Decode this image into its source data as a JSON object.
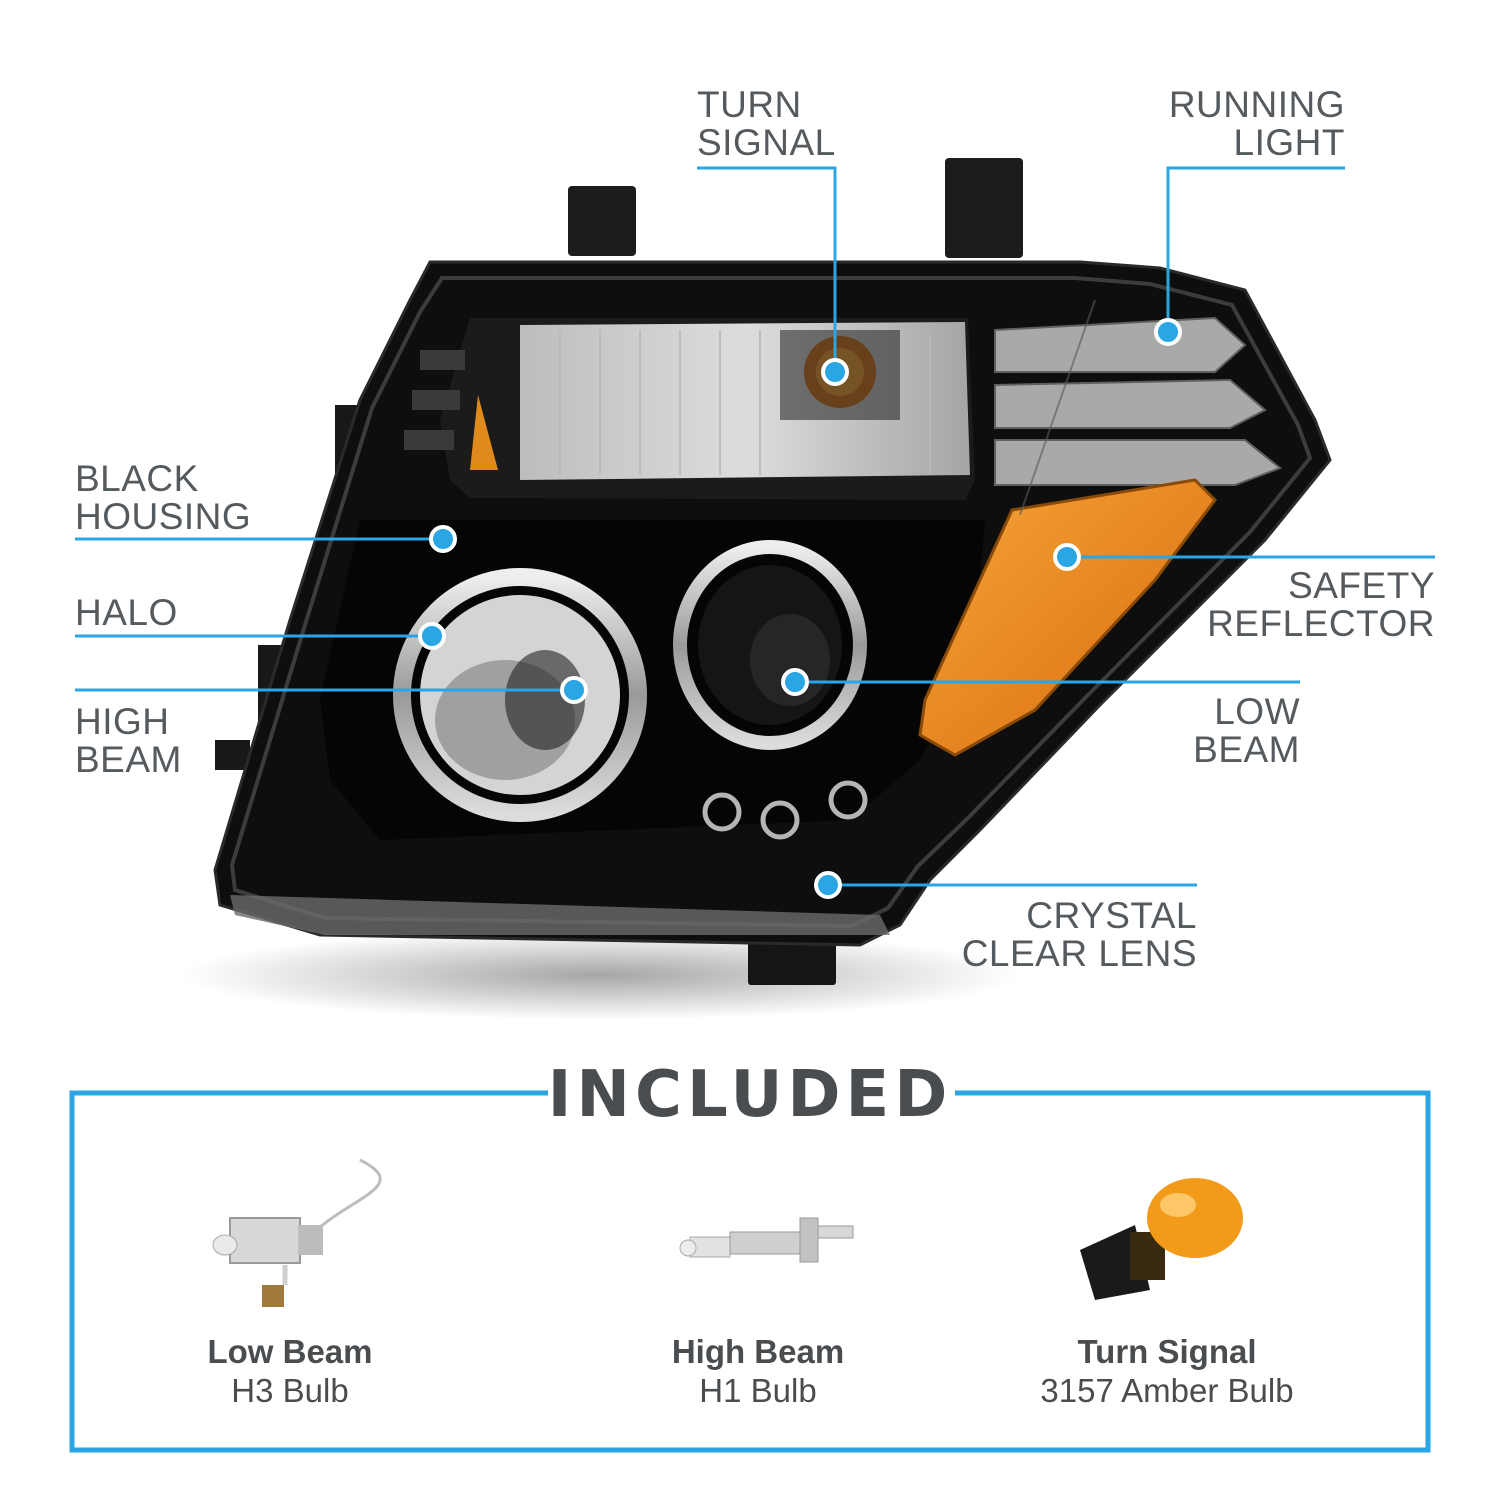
{
  "accent_color": "#2aa6e4",
  "callouts": {
    "turn_signal": "TURN\nSIGNAL",
    "running_light": "RUNNING\nLIGHT",
    "black_housing": "BLACK\nHOUSING",
    "halo": "HALO",
    "high_beam": "HIGH\nBEAM",
    "safety_reflector": "SAFETY\nREFLECTOR",
    "low_beam": "LOW\nBEAM",
    "crystal_clear_lens": "CRYSTAL\nCLEAR LENS"
  },
  "included": {
    "title": "INCLUDED",
    "items": [
      {
        "name": "Low Beam",
        "spec": "H3 Bulb"
      },
      {
        "name": "High Beam",
        "spec": "H1 Bulb"
      },
      {
        "name": "Turn Signal",
        "spec": "3157 Amber Bulb"
      }
    ]
  }
}
